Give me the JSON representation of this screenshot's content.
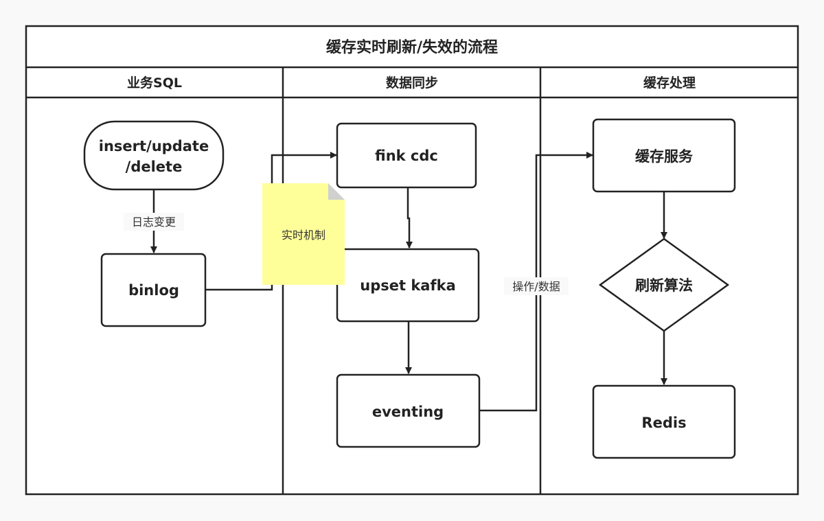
{
  "title": "缓存实时刷新/失效的流程",
  "lanes": [
    {
      "label": "业务SQL"
    },
    {
      "label": "数据同步"
    },
    {
      "label": "缓存处理"
    }
  ],
  "nodes": {
    "source_line1": "insert/update",
    "source_line2": "/delete",
    "binlog": "binlog",
    "flink_cdc": "fink cdc",
    "upset_kafka": "upset kafka",
    "eventing": "eventing",
    "cache_service": "缓存服务",
    "refresh_algorithm": "刷新算法",
    "redis": "Redis"
  },
  "edge_labels": {
    "log_change": "日志变更",
    "operation_data": "操作/数据"
  },
  "note": {
    "text": "实时机制",
    "color": "#ffff99"
  },
  "colors": {
    "background": "#f9f9f9",
    "stroke": "#222222",
    "node_fill": "#ffffff"
  }
}
